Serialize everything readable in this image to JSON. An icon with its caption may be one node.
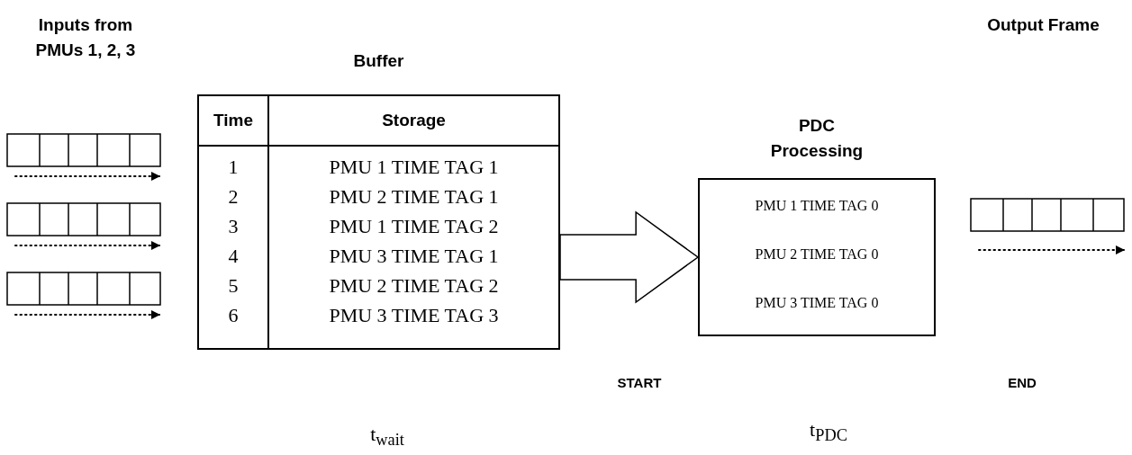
{
  "diagram": {
    "nodes": [
      {
        "text": [
          "Buffer"
        ]
      },
      {
        "text": [
          "PDC Processing",
          "PMU 1 TIME TAG 0",
          "PMU 2 TIME TAG 0",
          "PMU 3 TIME TAG 0"
        ]
      }
    ],
    "edges": [
      {
        "from": 0,
        "to": 1,
        "arrow": "to",
        "style": "thick"
      }
    ],
    "labels": [
      "Inputs from PMUs 1, 2, 3",
      "Output Frame",
      "Time",
      "Storage",
      "1",
      "PMU 1 TIME TAG 1",
      "2",
      "PMU 2 TIME TAG 1",
      "3",
      "PMU 1 TIME TAG 2",
      "4",
      "PMU 3 TIME TAG 1",
      "5",
      "PMU 2 TIME TAG 2",
      "6",
      "PMU 3 TIME TAG 3",
      "START",
      "END",
      "t$_{wait}$",
      "t$_{PDC}$"
    ]
  }
}
